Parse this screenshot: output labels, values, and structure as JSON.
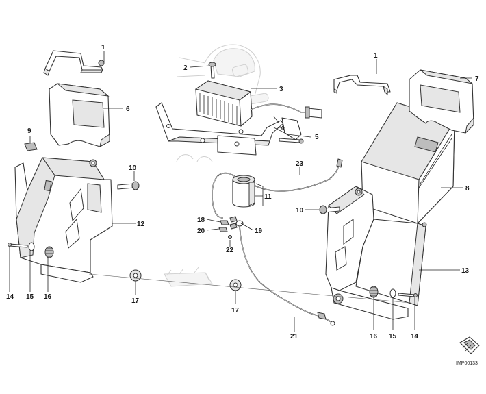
{
  "diagram": {
    "reference_code": "IMP00133",
    "callouts": [
      {
        "id": "c1a",
        "label": "1"
      },
      {
        "id": "c1b",
        "label": "1"
      },
      {
        "id": "c2",
        "label": "2"
      },
      {
        "id": "c3",
        "label": "3"
      },
      {
        "id": "c4",
        "label": "4"
      },
      {
        "id": "c5",
        "label": "5"
      },
      {
        "id": "c6",
        "label": "6"
      },
      {
        "id": "c7",
        "label": "7"
      },
      {
        "id": "c8",
        "label": "8"
      },
      {
        "id": "c9",
        "label": "9"
      },
      {
        "id": "c10a",
        "label": "10"
      },
      {
        "id": "c10b",
        "label": "10"
      },
      {
        "id": "c11",
        "label": "11"
      },
      {
        "id": "c12",
        "label": "12"
      },
      {
        "id": "c13",
        "label": "13"
      },
      {
        "id": "c14a",
        "label": "14"
      },
      {
        "id": "c14b",
        "label": "14"
      },
      {
        "id": "c15a",
        "label": "15"
      },
      {
        "id": "c15b",
        "label": "15"
      },
      {
        "id": "c16a",
        "label": "16"
      },
      {
        "id": "c16b",
        "label": "16"
      },
      {
        "id": "c17a",
        "label": "17"
      },
      {
        "id": "c17b",
        "label": "17"
      },
      {
        "id": "c18",
        "label": "18"
      },
      {
        "id": "c19",
        "label": "19"
      },
      {
        "id": "c20",
        "label": "20"
      },
      {
        "id": "c21",
        "label": "21"
      },
      {
        "id": "c22",
        "label": "22"
      },
      {
        "id": "c23",
        "label": "23"
      }
    ]
  }
}
